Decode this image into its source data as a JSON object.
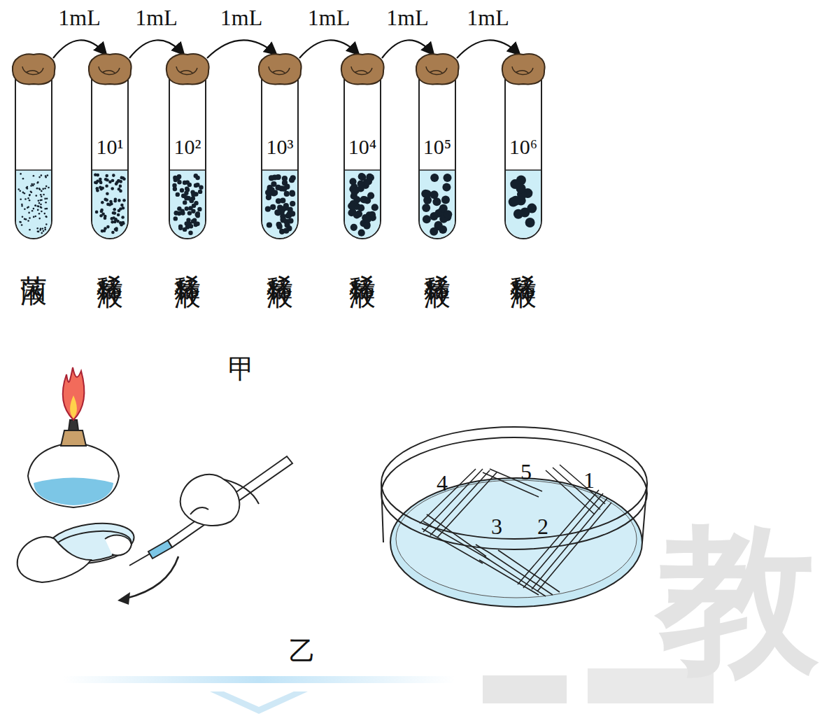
{
  "diagram": {
    "nodes": [
      {
        "text": [
          "菌液"
        ]
      },
      {
        "text": [
          "10¹",
          "稀释液"
        ]
      },
      {
        "text": [
          "10²",
          "稀释液"
        ]
      },
      {
        "text": [
          "10³",
          "稀释液"
        ]
      },
      {
        "text": [
          "10⁴",
          "稀释液"
        ]
      },
      {
        "text": [
          "10⁵",
          "稀释液"
        ]
      },
      {
        "text": [
          "10⁶",
          "稀释液"
        ]
      }
    ],
    "edges": [
      {
        "from": 0,
        "to": 1,
        "label": "1mL",
        "arrow": "to"
      },
      {
        "from": 1,
        "to": 2,
        "label": "1mL",
        "arrow": "to"
      },
      {
        "from": 2,
        "to": 3,
        "label": "1mL",
        "arrow": "to"
      },
      {
        "from": 3,
        "to": 4,
        "label": "1mL",
        "arrow": "to"
      },
      {
        "from": 4,
        "to": 5,
        "label": "1mL",
        "arrow": "to"
      },
      {
        "from": 5,
        "to": 6,
        "label": "1mL",
        "arrow": "to"
      }
    ],
    "labels": [
      "甲",
      "4",
      "5",
      "1",
      "3",
      "2",
      "乙",
      "教"
    ]
  }
}
